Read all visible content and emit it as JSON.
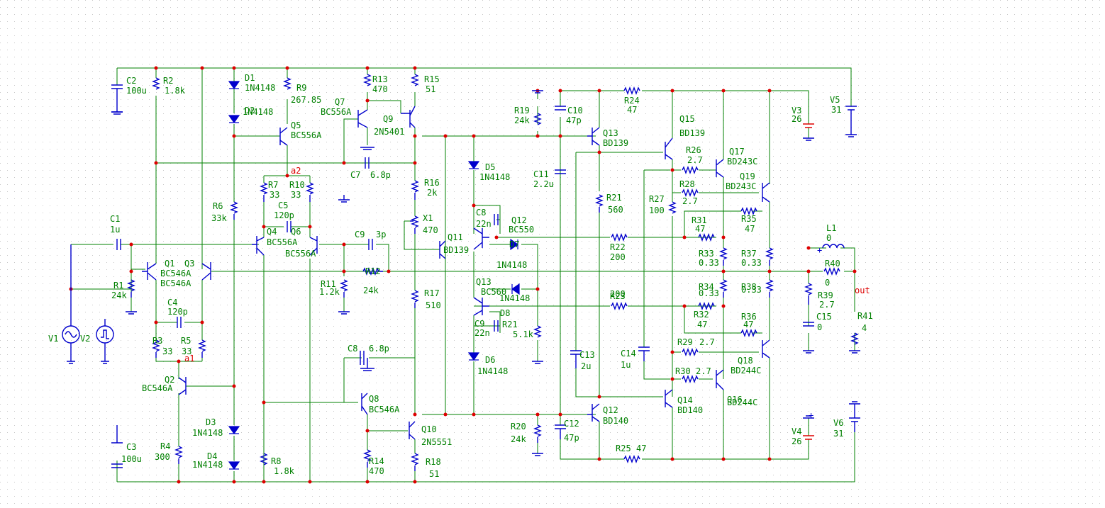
{
  "colors": {
    "wire": "#008000",
    "component": "#0000cc",
    "junction": "#dd0000",
    "label": "#008000",
    "battery_plate": "#dd0000",
    "probe_label": "#dd0000",
    "grid": "#c8c8c8"
  },
  "components": [
    {
      "ref": "C2",
      "value": "100u"
    },
    {
      "ref": "R2",
      "value": "1.8k"
    },
    {
      "ref": "D1",
      "value": "1N4148"
    },
    {
      "ref": "D2",
      "value": "1N4148"
    },
    {
      "ref": "R9",
      "value": "267.85"
    },
    {
      "ref": "Q5",
      "value": "BC556A"
    },
    {
      "ref": "Q7",
      "value": "BC556A"
    },
    {
      "ref": "R13",
      "value": "470"
    },
    {
      "ref": "Q9",
      "value": "2N5401"
    },
    {
      "ref": "R15",
      "value": "51"
    },
    {
      "ref": "R19",
      "value": "24k"
    },
    {
      "ref": "C10",
      "value": "47p"
    },
    {
      "ref": "R24",
      "value": "47"
    },
    {
      "ref": "Q13",
      "value": "BD139"
    },
    {
      "ref": "Q15",
      "value": "BD139"
    },
    {
      "ref": "V3",
      "value": "26"
    },
    {
      "ref": "V5",
      "value": "31"
    },
    {
      "ref": "C7",
      "value": "6.8p"
    },
    {
      "ref": "R16",
      "value": "2k"
    },
    {
      "ref": "D5",
      "value": "1N4148"
    },
    {
      "ref": "C11",
      "value": "2.2u"
    },
    {
      "ref": "R26",
      "value": "2.7"
    },
    {
      "ref": "Q17",
      "value": "BD243C"
    },
    {
      "ref": "Q19",
      "value": "BD243C"
    },
    {
      "ref": "R7",
      "value": "33"
    },
    {
      "ref": "R10",
      "value": "33"
    },
    {
      "ref": "R6",
      "value": "33k"
    },
    {
      "ref": "C5",
      "value": "120p"
    },
    {
      "ref": "R21",
      "value": "560"
    },
    {
      "ref": "R27",
      "value": "100"
    },
    {
      "ref": "R28",
      "value": "2.7"
    },
    {
      "ref": "R31",
      "value": "47"
    },
    {
      "ref": "R35",
      "value": "47"
    },
    {
      "ref": "C1",
      "value": "1u"
    },
    {
      "ref": "Q4",
      "value": "BC556A"
    },
    {
      "ref": "Q6",
      "value": "BC556A"
    },
    {
      "ref": "C9",
      "value": "3p"
    },
    {
      "ref": "X1",
      "value": "470"
    },
    {
      "ref": "C8",
      "value": "22n"
    },
    {
      "ref": "Q12",
      "value": "BC550"
    },
    {
      "ref": "Q11",
      "value": "BD139"
    },
    {
      "ref": "R22",
      "value": "200"
    },
    {
      "ref": "D7",
      "value": "1N4148"
    },
    {
      "ref": "L1",
      "value": "0"
    },
    {
      "ref": "R33",
      "value": "0.33"
    },
    {
      "ref": "R37",
      "value": "0.33"
    },
    {
      "ref": "Q1",
      "value": "BC546A"
    },
    {
      "ref": "Q3",
      "value": "BC546A"
    },
    {
      "ref": "R1",
      "value": "24k"
    },
    {
      "ref": "R11",
      "value": "1.2k"
    },
    {
      "ref": "R12",
      "value": "24k"
    },
    {
      "ref": "R40",
      "value": "0"
    },
    {
      "ref": "Q13",
      "value": "BC560"
    },
    {
      "ref": "R34",
      "value": "0.33"
    },
    {
      "ref": "R38",
      "value": "0.33"
    },
    {
      "ref": "C4",
      "value": "120p"
    },
    {
      "ref": "R17",
      "value": "510"
    },
    {
      "ref": "R23",
      "value": "200"
    },
    {
      "ref": "R32",
      "value": "47"
    },
    {
      "ref": "R39",
      "value": "2.7"
    },
    {
      "ref": "R41",
      "value": "4"
    },
    {
      "ref": "D8",
      "value": "1N4148"
    },
    {
      "ref": "C9",
      "value": "22n"
    },
    {
      "ref": "R21",
      "value": "5.1k"
    },
    {
      "ref": "R36",
      "value": "47"
    },
    {
      "ref": "C15",
      "value": "0"
    },
    {
      "ref": "R3",
      "value": "33"
    },
    {
      "ref": "R5",
      "value": "33"
    },
    {
      "ref": "R29",
      "value": "2.7"
    },
    {
      "ref": "Q18",
      "value": "BD244C"
    },
    {
      "ref": "C8",
      "value": "6.8p"
    },
    {
      "ref": "D6",
      "value": "1N4148"
    },
    {
      "ref": "C13",
      "value": "2u"
    },
    {
      "ref": "C14",
      "value": "1u"
    },
    {
      "ref": "R30",
      "value": "2.7"
    },
    {
      "ref": "Q2",
      "value": "BC546A"
    },
    {
      "ref": "Q8",
      "value": "BC546A"
    },
    {
      "ref": "Q14",
      "value": "BD140"
    },
    {
      "ref": "Q16",
      "value": "BD244C"
    },
    {
      "ref": "Q12",
      "value": "BD140"
    },
    {
      "ref": "D3",
      "value": "1N4148"
    },
    {
      "ref": "R20",
      "value": "24k"
    },
    {
      "ref": "C12",
      "value": "47p"
    },
    {
      "ref": "V4",
      "value": "26"
    },
    {
      "ref": "V6",
      "value": "31"
    },
    {
      "ref": "C3",
      "value": "100u"
    },
    {
      "ref": "R4",
      "value": "300"
    },
    {
      "ref": "Q10",
      "value": "2N5551"
    },
    {
      "ref": "R25",
      "value": "47"
    },
    {
      "ref": "D4",
      "value": "1N4148"
    },
    {
      "ref": "R14",
      "value": "470"
    },
    {
      "ref": "R8",
      "value": "1.8k"
    },
    {
      "ref": "R18",
      "value": "51"
    }
  ],
  "sources": [
    {
      "ref": "V1",
      "symbol": "sine-source"
    },
    {
      "ref": "V2",
      "symbol": "pulse-source"
    }
  ],
  "net_labels": [
    "a1",
    "a2",
    "out"
  ],
  "polarity_marks": [
    "+",
    "+"
  ]
}
